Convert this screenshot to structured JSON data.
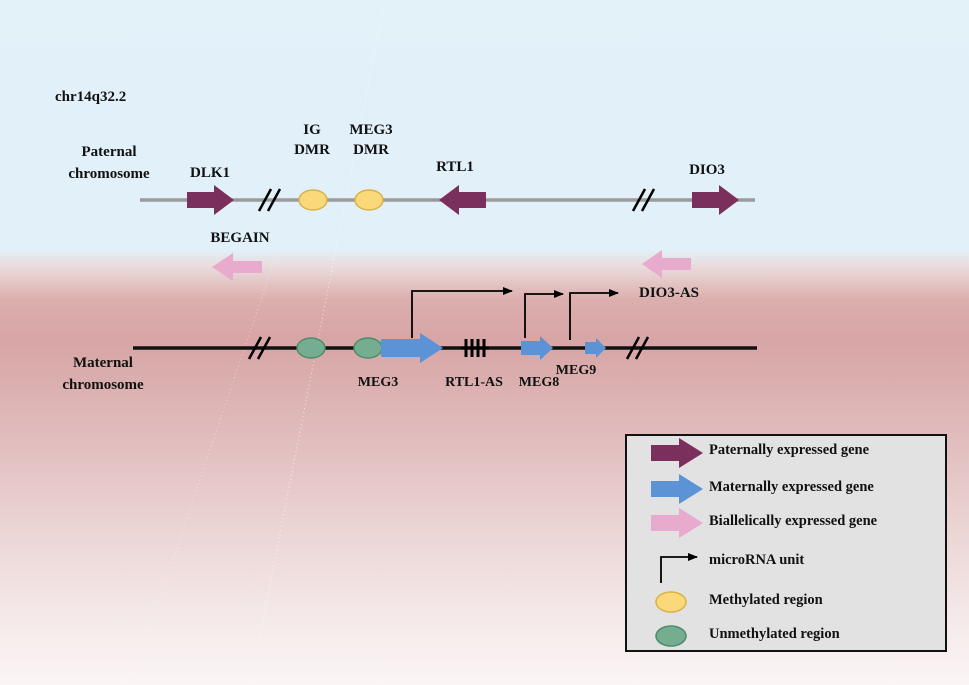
{
  "locus": "chr14q32.2",
  "colors": {
    "paternal": "#7b2f5c",
    "maternal": "#5b93d6",
    "biallelic": "#e8aacd",
    "methylated": "#fbd97a",
    "methylated_stroke": "#d8b244",
    "unmethylated": "#74ad8f",
    "unmethylated_stroke": "#4e8b6b"
  },
  "paternal": {
    "label_line1": "Paternal",
    "label_line2": "chromosome",
    "genes": [
      "DLK1",
      "RTL1",
      "DIO3"
    ],
    "dmr_ig_line1": "IG",
    "dmr_ig_line2": "DMR",
    "dmr_meg3_line1": "MEG3",
    "dmr_meg3_line2": "DMR"
  },
  "biallelic_genes": [
    "BEGAIN",
    "DIO3-AS"
  ],
  "maternal": {
    "label_line1": "Maternal",
    "label_line2": "chromosome",
    "genes": [
      "MEG3",
      "RTL1-AS",
      "MEG8",
      "MEG9"
    ]
  },
  "legend": {
    "paternal": "Paternally expressed gene",
    "maternal": "Maternally expressed gene",
    "biallelic": "Biallelically expressed gene",
    "microrna": "microRNA unit",
    "methylated": "Methylated region",
    "unmethylated": "Unmethylated region"
  }
}
